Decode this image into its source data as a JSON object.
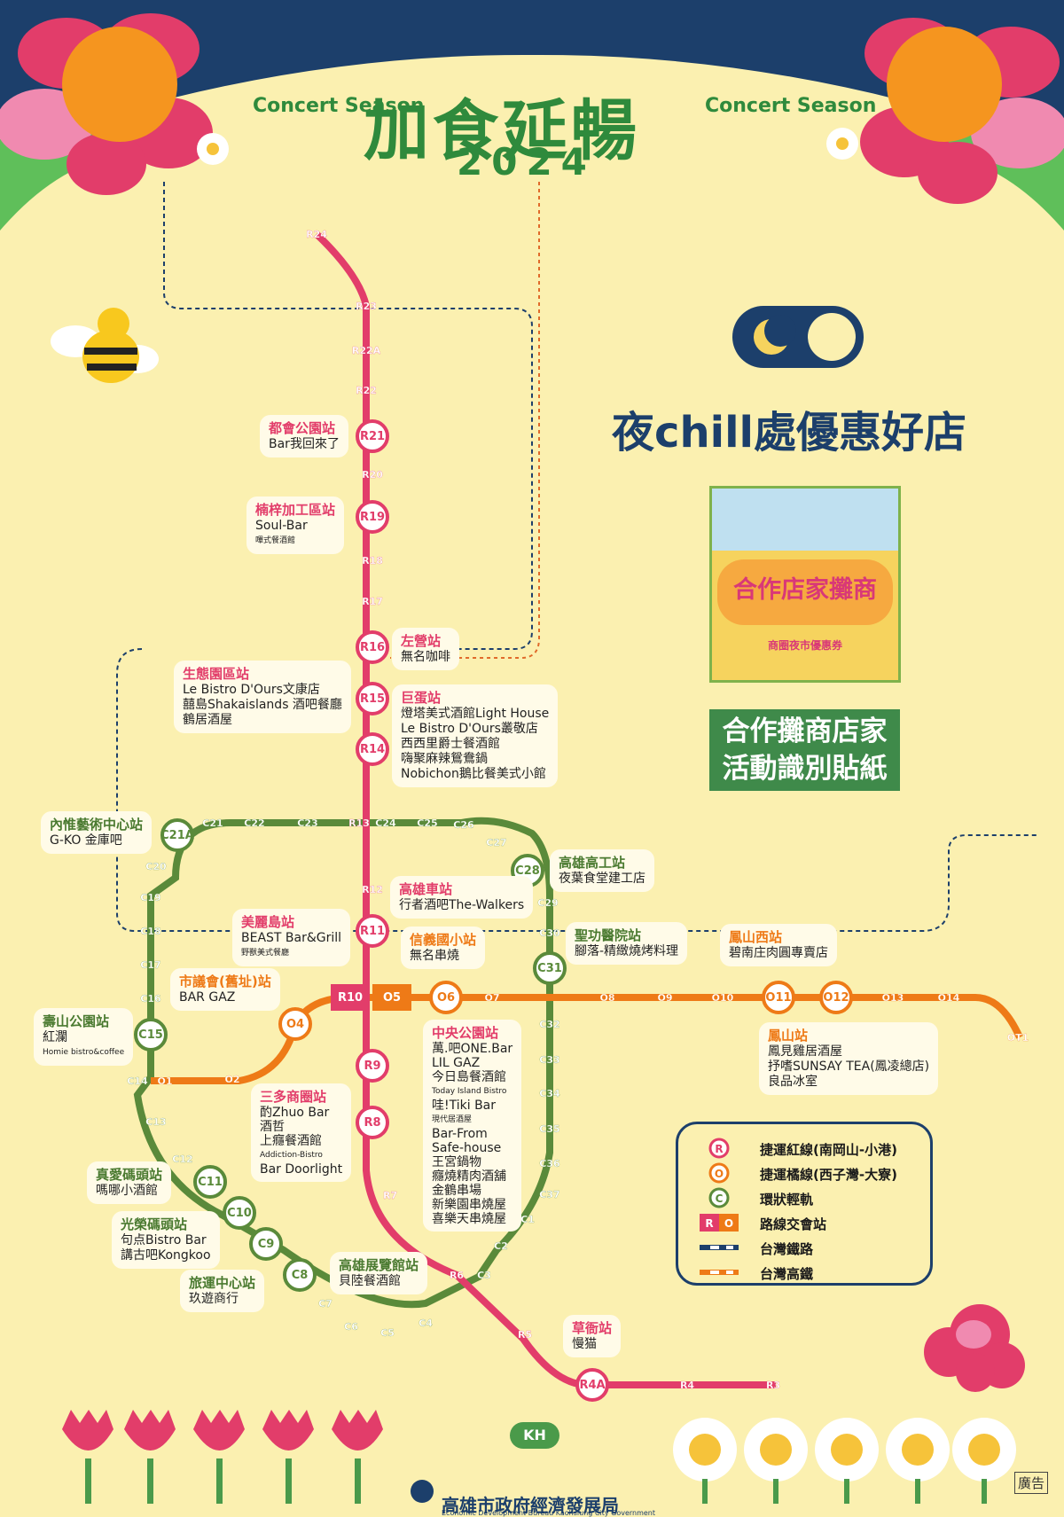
{
  "header": {
    "concert_season_left": "Concert Season",
    "concert_season_right": "Concert Season",
    "title": "加食延暢",
    "year": "2024"
  },
  "promo": {
    "headline": "夜chill處優惠好店",
    "sticker_title": "合作店家攤商",
    "sticker_subtitle": "商圈夜市優惠券",
    "sticker_caption_line1": "合作攤商店家",
    "sticker_caption_line2": "活動識別貼紙"
  },
  "colors": {
    "red_line": "#e23d6a",
    "orange_line": "#ee7a17",
    "circular_line": "#5a8a3a",
    "navy": "#1c3f6b",
    "background": "#fbf0b0"
  },
  "legend": {
    "items": [
      {
        "marker": "R",
        "label": "捷運紅線(南岡山-小港)"
      },
      {
        "marker": "O",
        "label": "捷運橘線(西子灣-大寮)"
      },
      {
        "marker": "C",
        "label": "環狀輕軌"
      },
      {
        "marker": "R O",
        "label": "路線交會站"
      },
      {
        "marker": "rail",
        "label": "台灣鐵路"
      },
      {
        "marker": "hsr",
        "label": "台灣高鐵"
      }
    ]
  },
  "stations": {
    "red": [
      "R24",
      "R23",
      "R22A",
      "R22",
      "R21",
      "R20",
      "R19",
      "R18",
      "R17",
      "R16",
      "R15",
      "R14",
      "R13",
      "R12",
      "R11",
      "R10",
      "R9",
      "R8",
      "R7",
      "R6",
      "R5",
      "R4A",
      "R4",
      "R3"
    ],
    "orange": [
      "O1",
      "O2",
      "O4",
      "O5",
      "O6",
      "O7",
      "O8",
      "O9",
      "O10",
      "O11",
      "O12",
      "O13",
      "O14",
      "OT1"
    ],
    "circular": [
      "C1",
      "C2",
      "C3",
      "C4",
      "C5",
      "C6",
      "C7",
      "C8",
      "C9",
      "C10",
      "C11",
      "C12",
      "C13",
      "C14",
      "C15",
      "C16",
      "C17",
      "C18",
      "C19",
      "C20",
      "C21A",
      "C21",
      "C22",
      "C23",
      "C24",
      "C25",
      "C26",
      "C27",
      "C28",
      "C29",
      "C30",
      "C31",
      "C32",
      "C33",
      "C34",
      "C35",
      "C36",
      "C37"
    ]
  },
  "labels": {
    "r21": {
      "station": "都會公園站",
      "shops": [
        "Bar我回來了"
      ]
    },
    "r19": {
      "station": "楠梓加工區站",
      "shops": [
        "Soul-Bar"
      ],
      "note": "嗶式餐酒館"
    },
    "r16": {
      "station": "左營站",
      "shops": [
        "無名咖啡"
      ]
    },
    "r15": {
      "station": "生態園區站",
      "shops": [
        "Le Bistro D'Ours文康店",
        "囍島Shakaislands 酒吧餐廳",
        "鶴居酒屋"
      ]
    },
    "r14": {
      "station": "巨蛋站",
      "shops": [
        "燈塔美式酒館Light House",
        "Le Bistro D'Ours叢敬店",
        "西西里爵士餐酒館",
        "嗨聚麻辣鴛鴦鍋",
        "Nobichon鵝比餐美式小館"
      ]
    },
    "c21": {
      "station": "內惟藝術中心站",
      "shops": [
        "G-KO 金庫吧"
      ]
    },
    "c28": {
      "station": "高雄高工站",
      "shops": [
        "夜葉食堂建工店"
      ]
    },
    "r12": {
      "station": "高雄車站",
      "shops": [
        "行者酒吧The-Walkers"
      ]
    },
    "c22": {
      "station": "美麗島站",
      "shops": [
        "BEAST Bar&Grill"
      ],
      "note": "野獸美式餐廳"
    },
    "o6": {
      "station": "信義國小站",
      "shops": [
        "無名串燒"
      ]
    },
    "c30": {
      "station": "聖功醫院站",
      "shops": [
        "腳落-精緻燒烤料理"
      ]
    },
    "o11": {
      "station": "鳳山西站",
      "shops": [
        "碧南庄肉圓專賣店"
      ]
    },
    "o4": {
      "station": "市議會(舊址)站",
      "shops": [
        "BAR GAZ"
      ]
    },
    "c15": {
      "station": "壽山公園站",
      "shops": [
        "紅瀾"
      ],
      "note": "Homie bistro&coffee"
    },
    "o12": {
      "station": "鳳山站",
      "shops": [
        "鳳見雞居酒屋",
        "抒嗜SUNSAY TEA(鳳凌總店)",
        "良品冰室"
      ]
    },
    "r9": {
      "station": "中央公園站",
      "shops": [
        "萬.吧ONE.Bar",
        "LIL GAZ",
        "今日島餐酒館",
        "Today Island Bistro",
        "哇!Tiki Bar",
        "現代居酒屋",
        "Bar-From",
        "Safe-house",
        "王宮鍋物",
        "癮燒精肉酒舖",
        "金鶴串場",
        "新樂園串燒屋",
        "喜樂天串燒屋"
      ]
    },
    "r8": {
      "station": "三多商圈站",
      "shops": [
        "酌Zhuo Bar",
        "酒哲",
        "上癮餐酒館",
        "Addiction-Bistro",
        "Bar Doorlight"
      ]
    },
    "c11": {
      "station": "真愛碼頭站",
      "shops": [
        "嗎哪小酒館"
      ]
    },
    "c10": {
      "station": "光榮碼頭站",
      "shops": [
        "句点Bistro Bar",
        "講古吧Kongkoo"
      ]
    },
    "c9": {
      "station": "旅運中心站",
      "shops": [
        "玖遊商行"
      ]
    },
    "c8": {
      "station": "高雄展覽館站",
      "shops": [
        "貝陸餐酒館"
      ]
    },
    "r4a": {
      "station": "草衙站",
      "shops": [
        "慢猫"
      ]
    }
  },
  "footer": {
    "logo": "KH",
    "bureau": "高雄市政府經濟發展局",
    "bureau_en": "Economic Development Bureau Kaohsiung City Government",
    "ad": "廣告"
  }
}
